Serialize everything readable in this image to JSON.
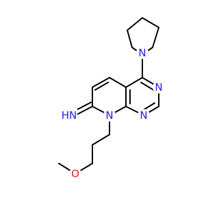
{
  "molecule": {
    "atoms": {
      "n_pyrrolidine": {
        "symbol": "N",
        "color": "#1f1fe0"
      },
      "n_pyrimidine_upper": {
        "symbol": "N",
        "color": "#1f1fe0"
      },
      "n_pyrimidine_lower": {
        "symbol": "N",
        "color": "#1f1fe0"
      },
      "n_ring_pyridine": {
        "symbol": "N",
        "color": "#1f1fe0"
      },
      "imine": {
        "symbol": "HN",
        "color": "#1f1fe0"
      },
      "o_methoxy": {
        "symbol": "O",
        "color": "#e01f1f"
      }
    },
    "bond_color": "#000000"
  }
}
